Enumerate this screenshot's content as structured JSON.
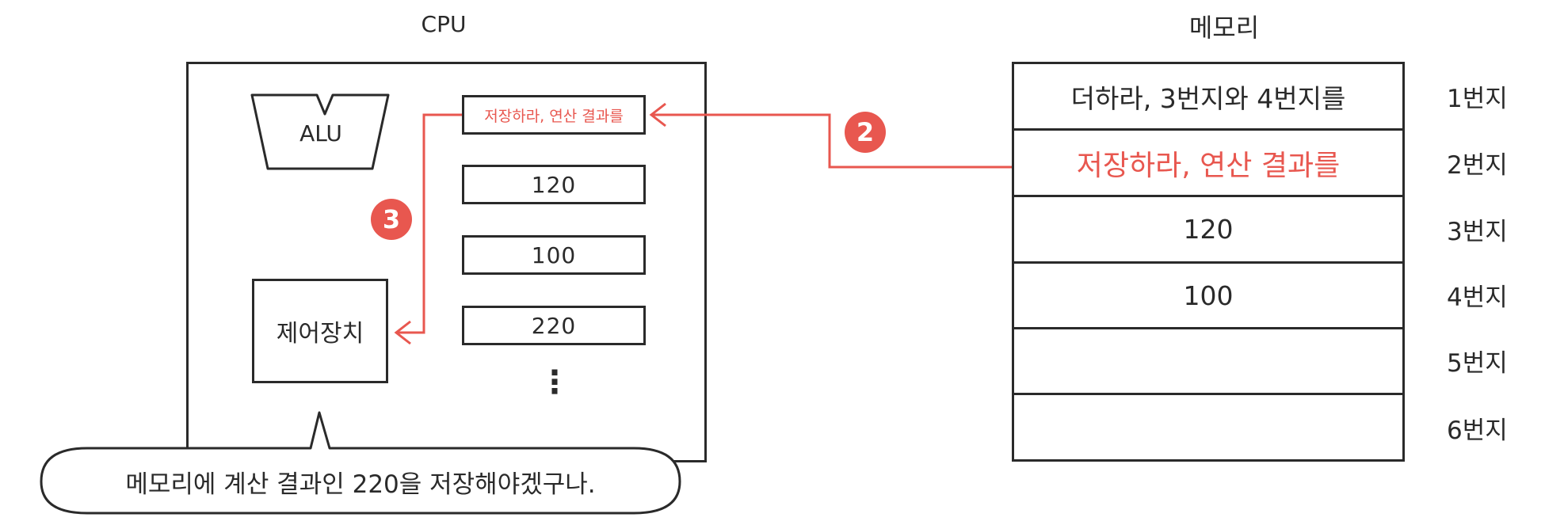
{
  "cpu": {
    "title": "CPU",
    "alu_label": "ALU",
    "control_unit_label": "제어장치",
    "registers": [
      "저장하라, 연산 결과를",
      "120",
      "100",
      "220"
    ],
    "ellipsis": "⋮"
  },
  "memory": {
    "title": "메모리",
    "rows": [
      {
        "content": "더하라, 3번지와 4번지를",
        "address": "1번지"
      },
      {
        "content": "저장하라, 연산 결과를",
        "address": "2번지"
      },
      {
        "content": "120",
        "address": "3번지"
      },
      {
        "content": "100",
        "address": "4번지"
      },
      {
        "content": "",
        "address": "5번지"
      },
      {
        "content": "",
        "address": "6번지"
      }
    ]
  },
  "steps": {
    "step2": "2",
    "step3": "3"
  },
  "speech": {
    "text": "메모리에 계산 결과인 220을 저장해야겠구나."
  },
  "colors": {
    "accent": "#e8574f",
    "stroke": "#2a2a2a"
  }
}
